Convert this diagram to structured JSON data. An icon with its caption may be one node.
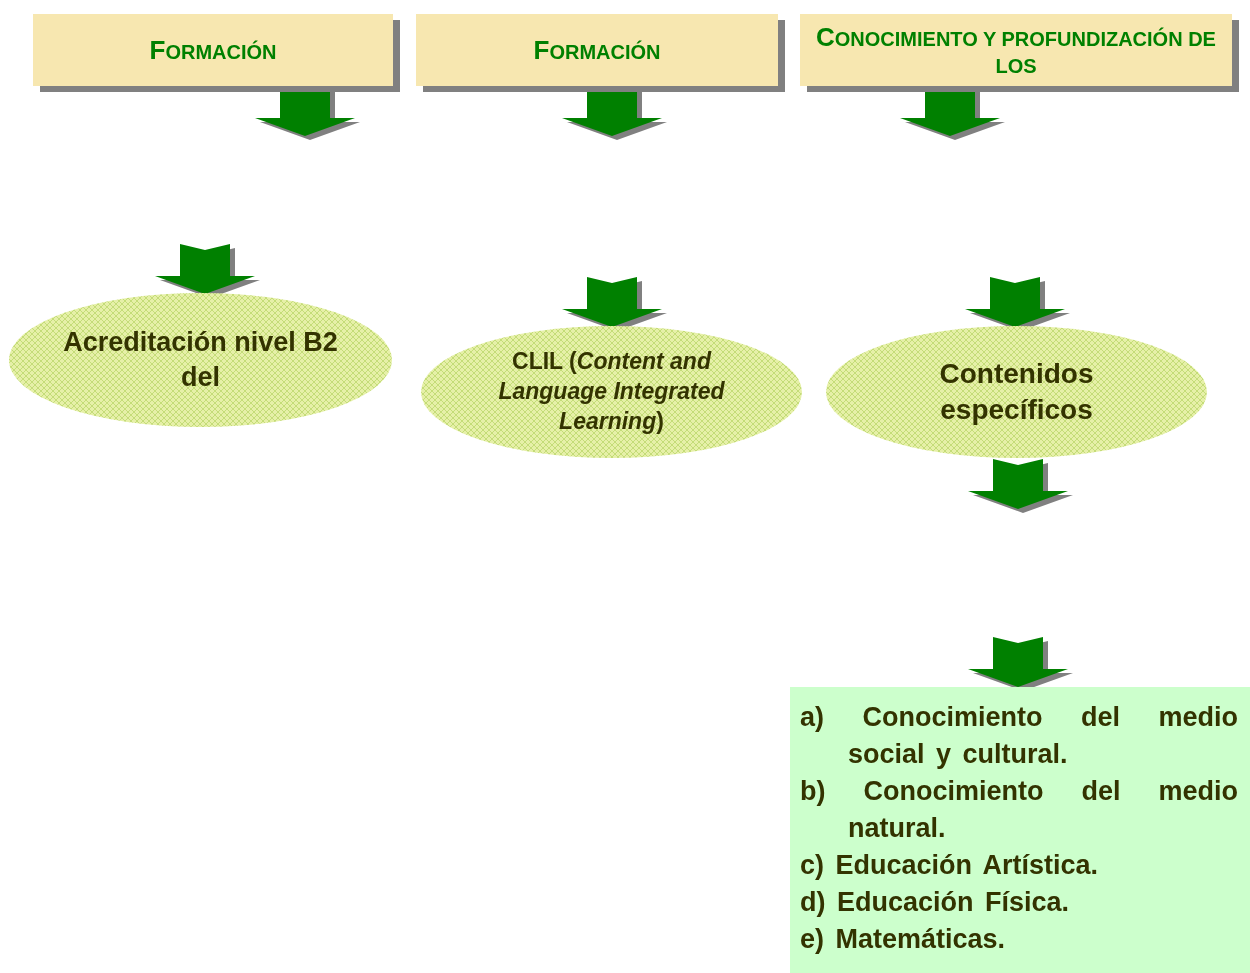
{
  "diagram": {
    "nodes": [
      {
        "text": [
          "FORMACIÓN"
        ]
      },
      {
        "text": [
          "FORMACIÓN"
        ]
      },
      {
        "text": [
          "CONOCIMIENTO Y PROFUNDIZACIÓN DE LOS"
        ]
      },
      {
        "text": [
          "Acreditación nivel B2 del"
        ]
      },
      {
        "text": [
          "CLIL (*Content and Language Integrated Learning*)"
        ]
      },
      {
        "text": [
          "Contenidos específicos"
        ]
      },
      {
        "text": [
          "a) Conocimiento del medio social y cultural.",
          "b) Conocimiento del medio natural.",
          "c) Educación Artística.",
          "d) Educación Física.",
          "e) Matemáticas."
        ]
      }
    ],
    "edges": [
      {
        "from": 0,
        "to": 3,
        "arrow": "to"
      },
      {
        "from": 1,
        "to": 4,
        "arrow": "to"
      },
      {
        "from": 2,
        "to": 5,
        "arrow": "to"
      },
      {
        "from": 5,
        "to": 6,
        "arrow": "to"
      }
    ]
  }
}
